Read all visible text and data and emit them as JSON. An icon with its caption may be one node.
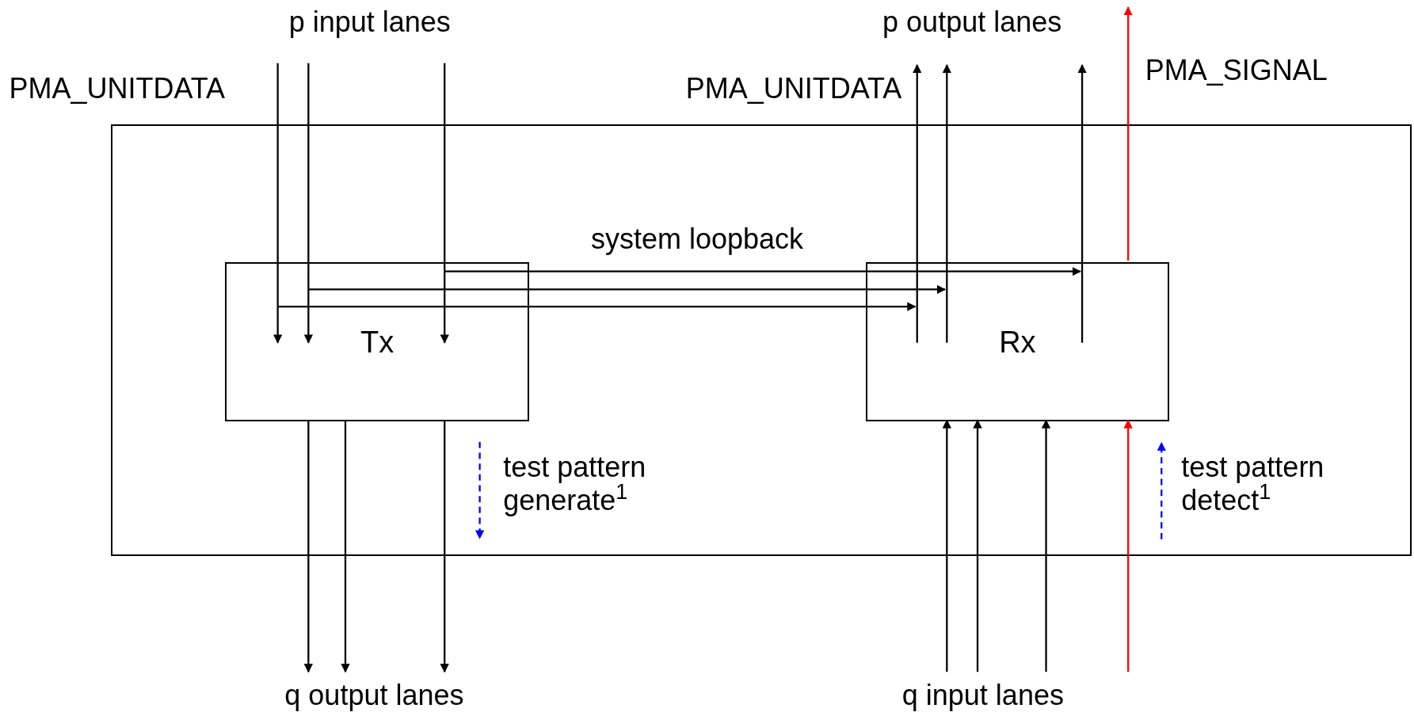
{
  "diagram": {
    "nodes": [
      {
        "text": [],
        "shape": "box"
      },
      {
        "text": [
          "Tx"
        ],
        "in": 0
      },
      {
        "text": [
          "Rx"
        ],
        "in": 0
      },
      {
        "text": [
          "p input lanes"
        ]
      },
      {
        "text": [
          "p output lanes"
        ]
      },
      {
        "text": [
          "q output lanes"
        ]
      },
      {
        "text": [
          "q input lanes"
        ]
      }
    ],
    "edges": [
      {
        "from": 3,
        "to": 1,
        "arrow": "to"
      },
      {
        "from": 3,
        "to": 1,
        "arrow": "to"
      },
      {
        "from": 3,
        "to": 1,
        "arrow": "to"
      },
      {
        "from": 1,
        "to": 2,
        "arrow": "to"
      },
      {
        "from": 1,
        "to": 2,
        "arrow": "to"
      },
      {
        "from": 1,
        "to": 2,
        "arrow": "to",
        "label": "system loopback"
      },
      {
        "from": 2,
        "to": 4,
        "arrow": "to"
      },
      {
        "from": 2,
        "to": 4,
        "arrow": "to"
      },
      {
        "from": 2,
        "to": 4,
        "arrow": "to"
      },
      {
        "from": 2,
        "to": null,
        "arrow": "to",
        "color": "#ff0000"
      },
      {
        "from": 1,
        "to": 5,
        "arrow": "to"
      },
      {
        "from": 1,
        "to": 5,
        "arrow": "to"
      },
      {
        "from": 1,
        "to": 5,
        "arrow": "to"
      },
      {
        "from": 6,
        "to": 2,
        "arrow": "to"
      },
      {
        "from": 6,
        "to": 2,
        "arrow": "to"
      },
      {
        "from": 6,
        "to": 2,
        "arrow": "to"
      },
      {
        "from": null,
        "to": 2,
        "arrow": "to",
        "color": "#ff0000"
      }
    ],
    "labels": [
      "PMA_UNITDATA",
      "PMA_UNITDATA",
      "PMA_SIGNAL",
      "test pattern generate$^{1}$",
      "test pattern detect$^{1}$"
    ]
  }
}
